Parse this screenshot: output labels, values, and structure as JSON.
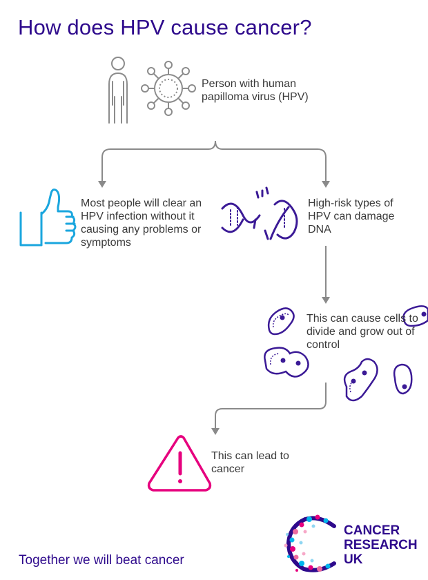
{
  "title": "How does HPV cause cancer?",
  "steps": {
    "person": "Person with human papilloma virus (HPV)",
    "clear": "Most people will clear an HPV infection without it causing any problems or symptoms",
    "dna": "High-risk types of HPV can damage DNA",
    "cells": "This can cause cells to divide and grow out of control",
    "cancer": "This can lead to cancer"
  },
  "footer": {
    "tagline": "Together we will beat cancer",
    "brand_lines": [
      "CANCER",
      "RESEARCH",
      "UK"
    ]
  },
  "colors": {
    "title": "#2e0a8c",
    "grey_icon": "#8c8c8c",
    "arrow": "#8a8a8a",
    "thumb": "#1aa6de",
    "dna": "#3b1a96",
    "cell": "#3b1a96",
    "warning": "#e6007e"
  },
  "icons": [
    "person-icon",
    "virus-icon",
    "thumbs-up-icon",
    "dna-icon",
    "cell-icon",
    "warning-icon",
    "cancer-research-uk-logo"
  ]
}
